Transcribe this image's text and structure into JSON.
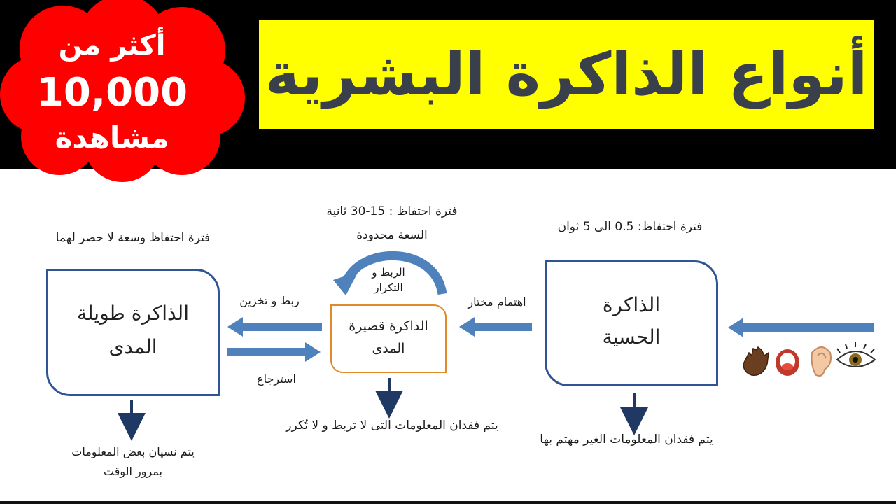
{
  "header": {
    "title": "أنواع الذاكرة البشرية",
    "badge": {
      "line1": "أكثر من",
      "line2": "10,000",
      "line3": "مشاهدة",
      "color": "#ff0000"
    },
    "title_bg": "#ffff00"
  },
  "diagram": {
    "sensory": {
      "retention": "فترة احتفاظ: 0.5 الى 5 ثوان",
      "box_line1": "الذاكرة",
      "box_line2": "الحسية",
      "loss": "يتم فقدان المعلومات الغير مهتم بها"
    },
    "short_term": {
      "retention": "فترة احتفاظ : 15-30 ثانية",
      "capacity": "السعة محدودة",
      "loop_line1": "الربط و",
      "loop_line2": "التكرار",
      "box_line1": "الذاكرة قصيرة",
      "box_line2": "المدى",
      "loss": "يتم فقدان المعلومات التى لا تربط و لا تُكرر"
    },
    "long_term": {
      "retention": "فترة احتفاظ وسعة لا حصر لهما",
      "box_line1": "الذاكرة طويلة",
      "box_line2": "المدى",
      "loss_line1": "يتم نسيان بعض المعلومات",
      "loss_line2": "بمرور الوقت"
    },
    "arrows": {
      "attention": "اهتمام مختار",
      "encode": "ربط و تخزين",
      "retrieve": "استرجاع"
    },
    "senses": [
      "eye-icon",
      "ear-icon",
      "mouth-icon",
      "hand-icon"
    ],
    "colors": {
      "box_blue": "#2f5597",
      "arrow_blue": "#4f81bd",
      "short_box": "#e08a2c",
      "down_arrow": "#1f3864"
    }
  }
}
